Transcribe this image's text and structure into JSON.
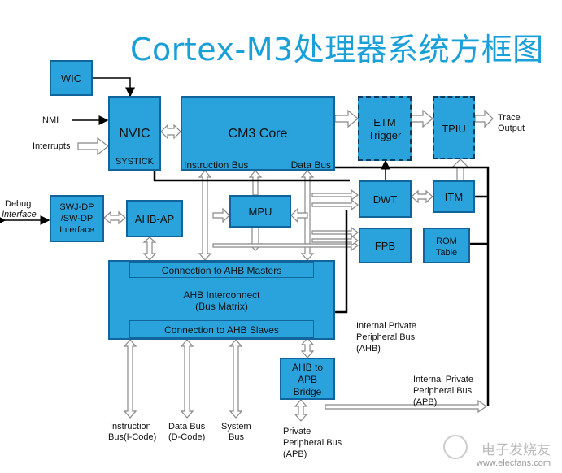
{
  "title": "Cortex-M3处理器系统方框图",
  "blocks": {
    "wic": "WIC",
    "nvic": "NVIC",
    "systick": "SYSTICK",
    "core": "CM3 Core",
    "instruction_bus": "Instruction Bus",
    "data_bus": "Data Bus",
    "etm_line1": "ETM",
    "etm_line2": "Trigger",
    "tpiu": "TPIU",
    "dwt": "DWT",
    "itm": "ITM",
    "swj_line1": "SWJ-DP",
    "swj_line2": "/SW-DP",
    "swj_line3": "Interface",
    "ahb_ap": "AHB-AP",
    "mpu": "MPU",
    "fpb": "FPB",
    "rom_line1": "ROM",
    "rom_line2": "Table",
    "conn_masters": "Connection to AHB Masters",
    "ahb_interconnect_line1": "AHB Interconnect",
    "ahb_interconnect_line2": "(Bus Matrix)",
    "conn_slaves": "Connection to AHB Slaves",
    "bridge_line1": "AHB to",
    "bridge_line2": "APB",
    "bridge_line3": "Bridge"
  },
  "labels": {
    "nmi": "NMI",
    "interrupts": "Interrupts",
    "debug_line1": "Debug",
    "debug_line2": "Interface",
    "trace_line1": "Trace",
    "trace_line2": "Output",
    "ipb_ahb_line1": "Internal Private",
    "ipb_ahb_line2": "Peripheral Bus",
    "ipb_ahb_line3": "(AHB)",
    "ipb_apb_line1": "Internal Private",
    "ipb_apb_line2": "Peripheral Bus",
    "ipb_apb_line3": "(APB)",
    "icode_line1": "Instruction",
    "icode_line2": "Bus(I-Code)",
    "dcode_line1": "Data Bus",
    "dcode_line2": "(D-Code)",
    "sysbus_line1": "System",
    "sysbus_line2": "Bus",
    "ppb_line1": "Private",
    "ppb_line2": "Peripheral Bus",
    "ppb_line3": "(APB)"
  },
  "watermark": {
    "line1": "电子发烧友",
    "line2": "www.elecfans.com"
  }
}
